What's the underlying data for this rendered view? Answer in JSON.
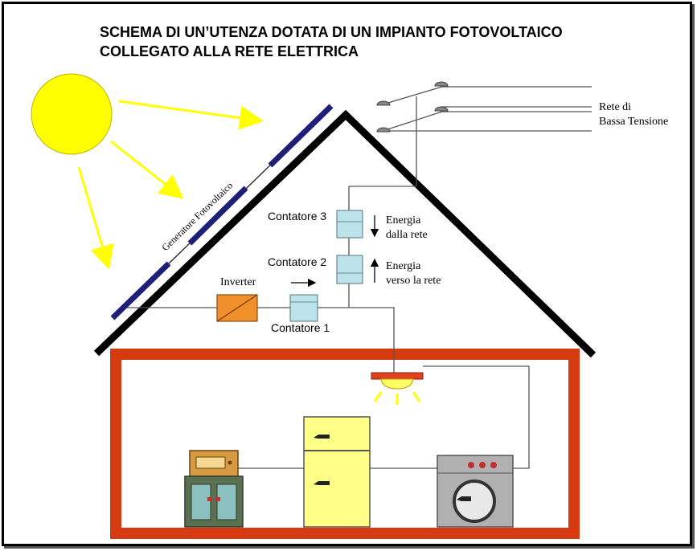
{
  "title": {
    "line1": "SCHEMA DI UN’UTENZA DOTATA DI UN IMPIANTO FOTOVOLTAICO",
    "line2": "COLLEGATO ALLA RETE ELETTRICA"
  },
  "labels": {
    "generator": "Generatore Fotovoltaico",
    "inverter": "Inverter",
    "meter1": "Contatore 1",
    "meter2": "Contatore 2",
    "meter3": "Contatore 3",
    "energy_from_grid_1": "Energia",
    "energy_from_grid_2": "dalla rete",
    "energy_to_grid_1": "Energia",
    "energy_to_grid_2": "verso la rete",
    "grid_1": "Rete di",
    "grid_2": "Bassa Tensione"
  },
  "colors": {
    "sun": "#ffff00",
    "rays": "#ffff00",
    "panel": "#1f1f7a",
    "roof": "#000000",
    "house_wall": "#d63a10",
    "meter": "#bde3ea",
    "inverter": "#f0902a",
    "fridge": "#ffff88",
    "washer": "#b0b0b0",
    "cabinet": "#5a7050",
    "oven": "#d89a40",
    "lamp": "#e0401c"
  }
}
